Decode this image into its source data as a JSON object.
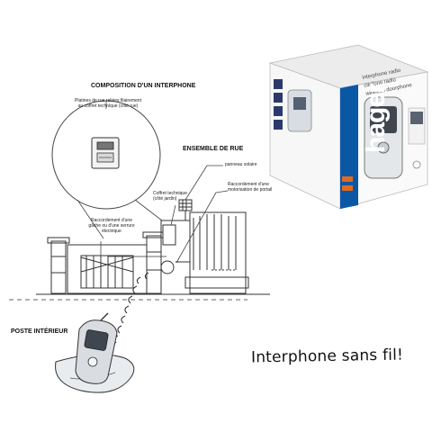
{
  "diagram": {
    "composition_title": "COMPOSITION D'UN INTERPHONE",
    "platines_note": "Platines de rue reliées filairement au coffret technique (côté rue)",
    "ensemble_title": "ENSEMBLE DE RUE",
    "panneau_label": "panneau solaire",
    "coffret_label": "Coffret technique (côté jardin)",
    "motorisation_label": "Raccordement d'une motorisation de portail",
    "gache_label": "Raccordement d'une gâche ou d'une serrure électrique",
    "poste_title": "POSTE INTÉRIEUR"
  },
  "package": {
    "brand": "hager",
    "lines": [
      "interphone radio",
      "citofono radio",
      "wireless doorphone"
    ]
  },
  "caption": "Interphone sans fil!"
}
